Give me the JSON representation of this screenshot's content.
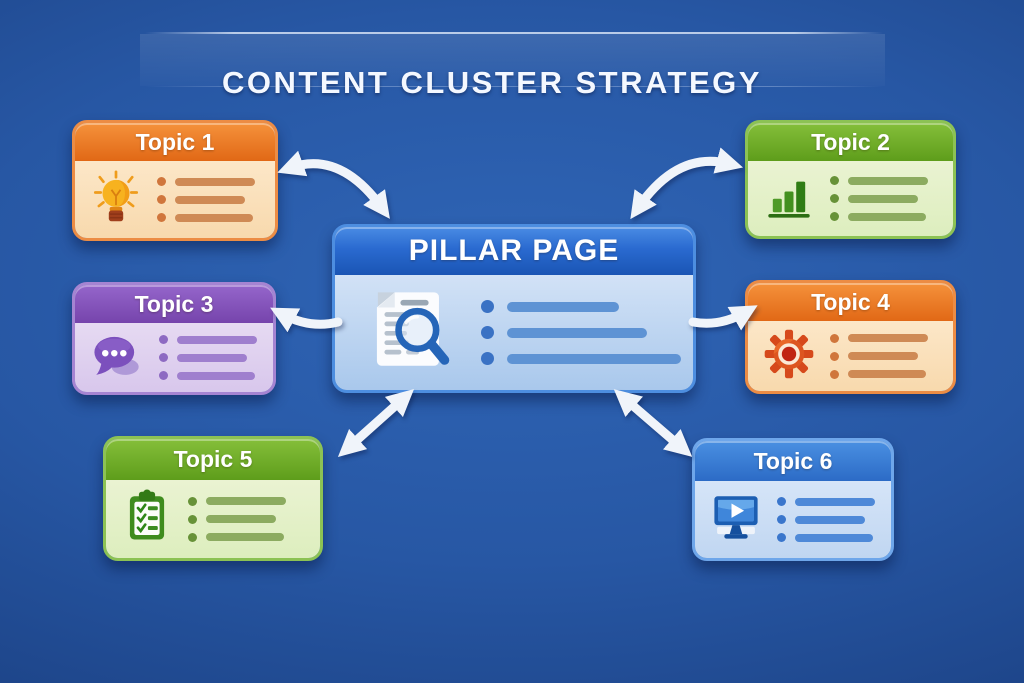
{
  "title": "CONTENT CLUSTER STRATEGY",
  "pillar": {
    "label": "PILLAR PAGE",
    "icon": "document-search-icon",
    "bullet_count": 3
  },
  "topics": [
    {
      "label": "Topic 1",
      "icon": "lightbulb-icon",
      "theme": "orange",
      "accent": "#e8721c"
    },
    {
      "label": "Topic 2",
      "icon": "bar-chart-icon",
      "theme": "green",
      "accent": "#6fae28"
    },
    {
      "label": "Topic 3",
      "icon": "speech-bubble-icon",
      "theme": "purple",
      "accent": "#7f51b8"
    },
    {
      "label": "Topic 4",
      "icon": "gear-icon",
      "theme": "orange",
      "accent": "#ee7f28"
    },
    {
      "label": "Topic 5",
      "icon": "checklist-icon",
      "theme": "green",
      "accent": "#68a82c"
    },
    {
      "label": "Topic 6",
      "icon": "video-monitor-icon",
      "theme": "blue",
      "accent": "#3c82d8"
    }
  ],
  "colors": {
    "background_center": "#2f65b6",
    "background_edge": "#173a7c",
    "pillar_header": "#1f5ec2",
    "title_text": "#f4f8ff",
    "arrow": "#f0f4fa"
  }
}
